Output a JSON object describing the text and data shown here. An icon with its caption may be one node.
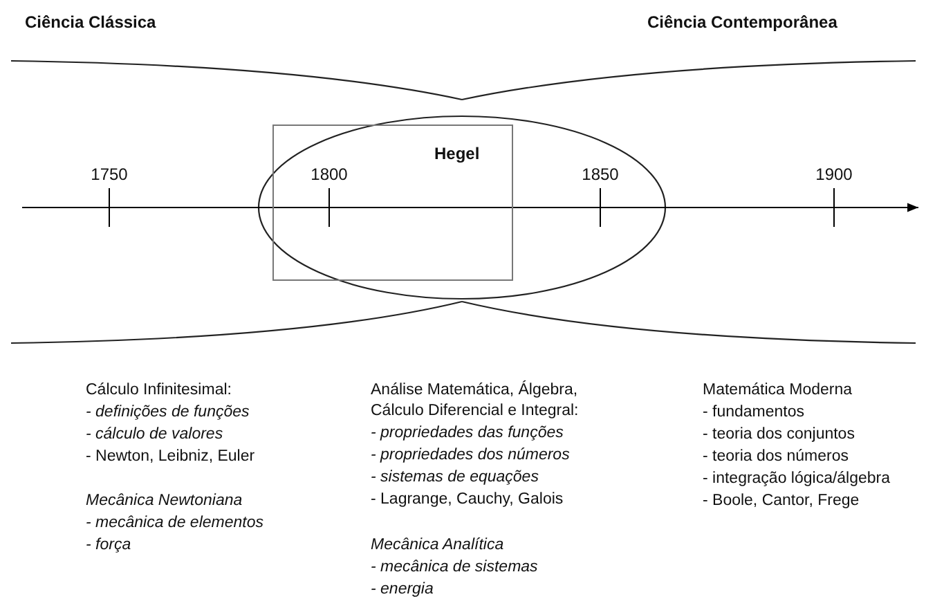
{
  "diagram": {
    "nodes": [
      {
        "text": [
          "Hegel"
        ]
      }
    ],
    "labels": [
      "Ciência Clássica",
      "Ciência Contemporânea",
      "1750",
      "1800",
      "1850",
      "1900",
      "Cálculo Infinitesimal:",
      "- definições de funções",
      "- cálculo de valores",
      "- Newton, Leibniz, Euler",
      "Mecânica Newtoniana",
      "- mecânica de elementos",
      "- força",
      "Análise Matemática, Álgebra, Cálculo Diferencial e Integral:",
      "- propriedades das funções",
      "- propriedades dos números",
      "- sistemas de equações",
      "- Lagrange, Cauchy, Galois",
      "Mecânica Analítica",
      "- mecânica de sistemas",
      "- energia",
      "Matemática Moderna",
      "- fundamentos",
      "- teoria dos conjuntos",
      "- teoria dos números",
      "- integração lógica/álgebra",
      "- Boole, Cantor, Frege"
    ]
  }
}
